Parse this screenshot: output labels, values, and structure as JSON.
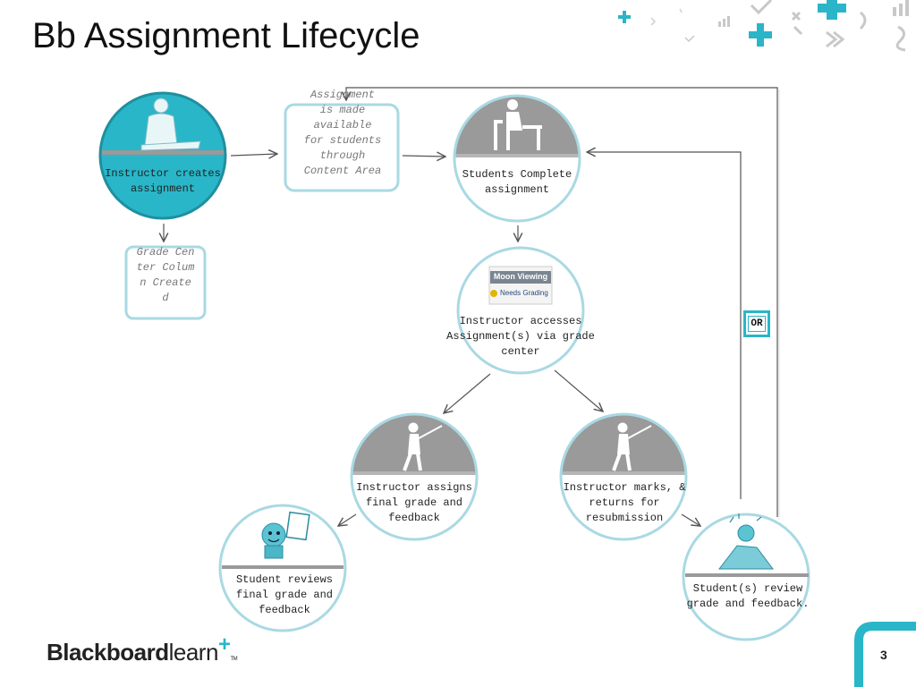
{
  "title": "Bb Assignment Lifecycle",
  "colors": {
    "accent": "#2bb5c8",
    "teal_fill": "#29b6c8",
    "gray_band": "#9a9a9a",
    "ring": "#a9d9e3"
  },
  "nodes": {
    "instructor_creates": "Instructor creates assignment",
    "made_available": "Assignment is made available for students through Content Area",
    "students_complete": "Students Complete assignment",
    "grade_center": "Grade Center Column Create d",
    "instructor_accesses": "Instructor accesses Assignment(s) via grade center",
    "assigns_final": "Instructor assigns final grade and feedback",
    "marks_returns": "Instructor marks, & returns for resubmission",
    "student_reviews_final": "Student reviews final grade and feedback",
    "students_review": "Student(s) review grade and feedback."
  },
  "or_label": "OR",
  "thumbnail": {
    "header": "Moon Viewing",
    "badge": "Needs Grading"
  },
  "brand": {
    "bold": "Blackboard",
    "light": "learn",
    "plus": "+",
    "tm": "TM"
  },
  "page_number": "3",
  "icons": [
    "instructor-clipart-icon",
    "student-desk-icon",
    "pointer-figure-icon",
    "student-certificate-icon",
    "stressed-student-icon",
    "plus-icon",
    "check-icon",
    "chevron-icon",
    "signal-icon"
  ]
}
